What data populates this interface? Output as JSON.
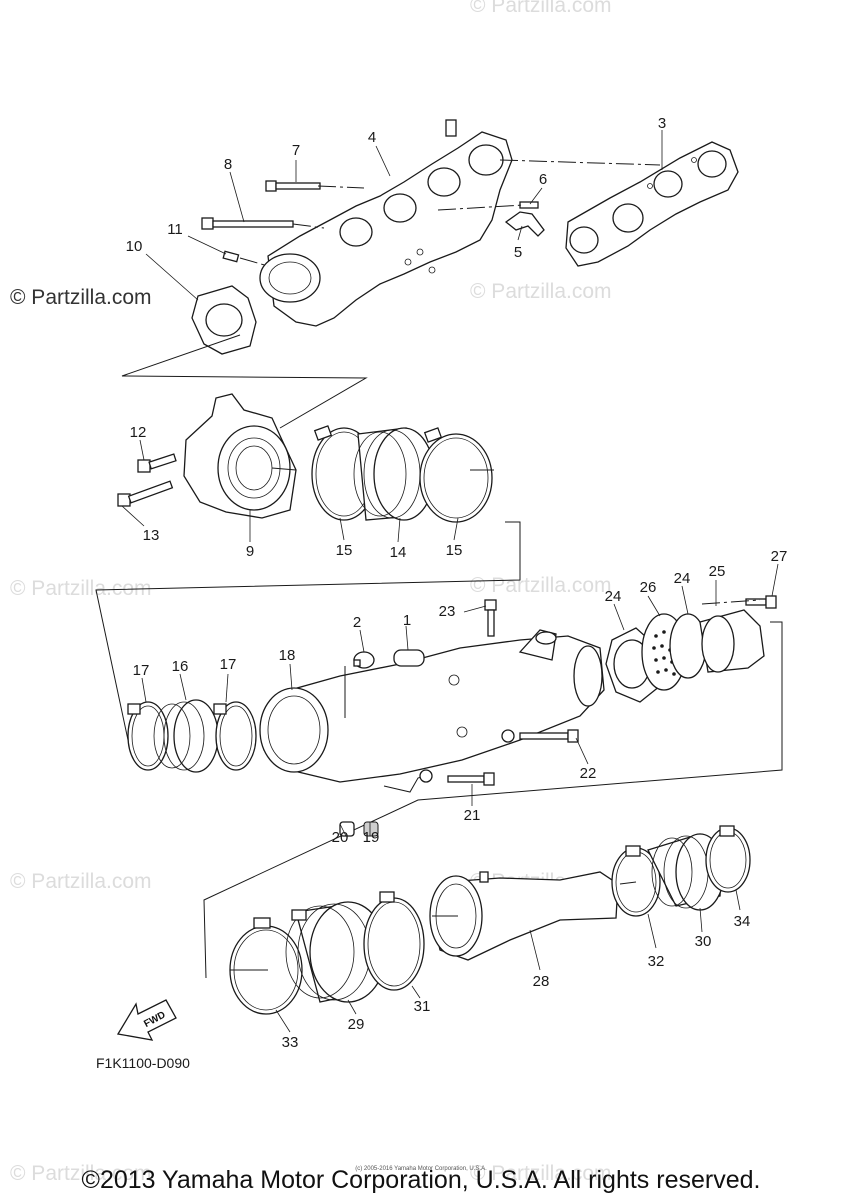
{
  "watermark": {
    "main": "© Partzilla.com",
    "faint": "© Partzilla.com"
  },
  "diagram_code": "F1K1100-D090",
  "fwd_label": "FWD",
  "small_print": "(c) 2005-2016 Yamaha Motor Corporation, U.S.A.",
  "copyright": "©2013 Yamaha Motor Corporation, U.S.A. All rights reserved.",
  "callouts": [
    "1",
    "2",
    "3",
    "4",
    "5",
    "6",
    "7",
    "8",
    "9",
    "10",
    "11",
    "12",
    "13",
    "14",
    "15",
    "16",
    "17",
    "18",
    "19",
    "20",
    "21",
    "22",
    "23",
    "24",
    "25",
    "26",
    "27",
    "28",
    "29",
    "30",
    "31",
    "32",
    "33",
    "34"
  ],
  "callout_extras": [
    "15",
    "17",
    "24"
  ]
}
